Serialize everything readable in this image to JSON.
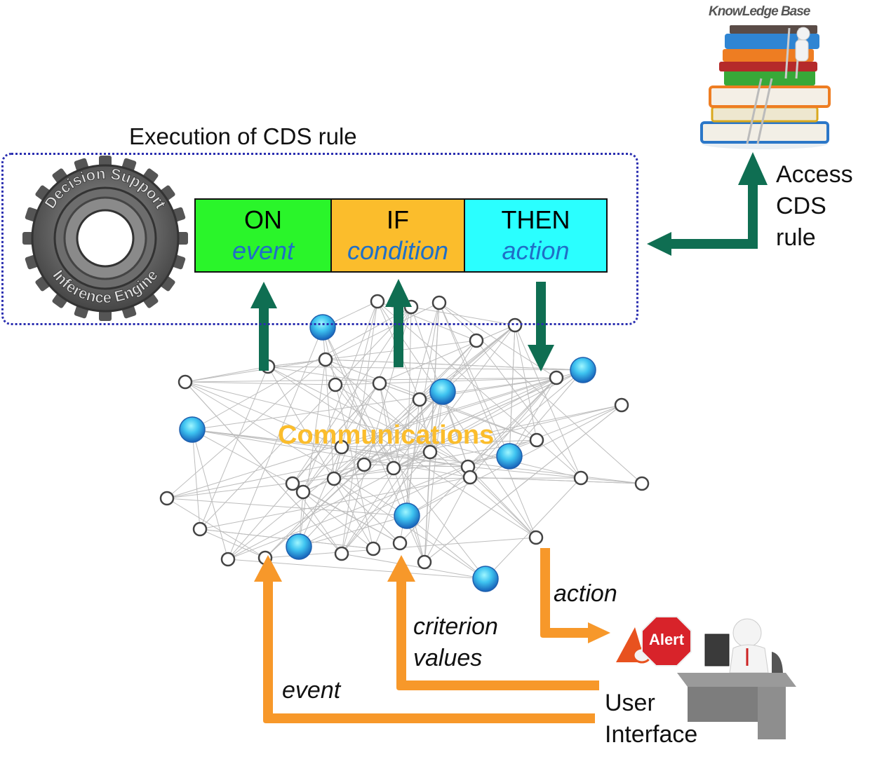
{
  "title": "Execution of CDS rule",
  "rule": {
    "on": {
      "keyword": "ON",
      "term": "event",
      "color": "#2af52a"
    },
    "if": {
      "keyword": "IF",
      "term": "condition",
      "color": "#fbbd2c"
    },
    "then": {
      "keyword": "THEN",
      "term": "action",
      "color": "#2affff"
    }
  },
  "engine": {
    "top_text": "Decision Support",
    "bottom_text": "Inference Engine"
  },
  "knowledge_base": {
    "label": "KnowLedge Base"
  },
  "access_label": [
    "Access",
    "CDS",
    "rule"
  ],
  "network_label": "Communications",
  "user_interface_label": [
    "User",
    "Interface"
  ],
  "alert_label": "Alert",
  "flows": {
    "action": "action",
    "criterion_values": [
      "criterion",
      "values"
    ],
    "event": "event"
  },
  "colors": {
    "green_arrow": "#0f6e52",
    "orange_arrow": "#f7982a",
    "dotted_border": "#2b2fb0",
    "term_text": "#1f6fc7"
  }
}
